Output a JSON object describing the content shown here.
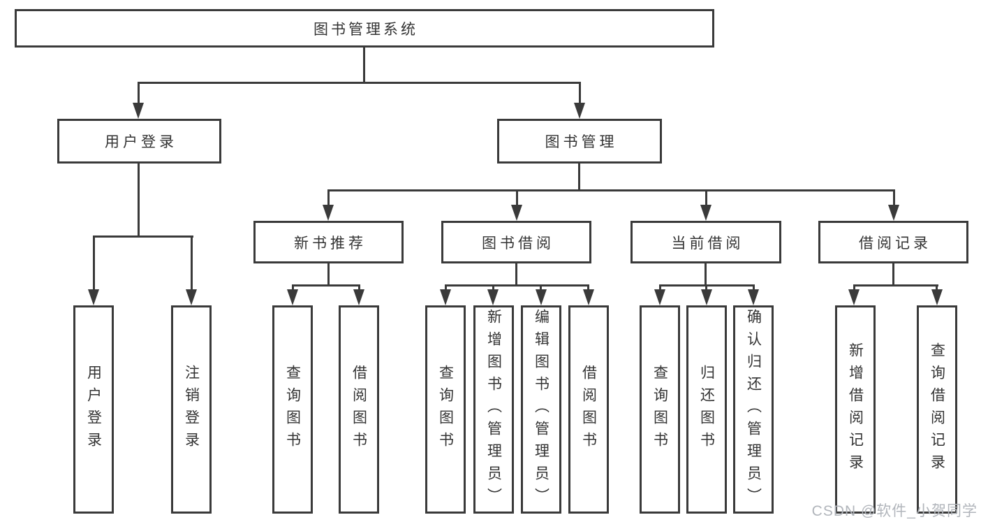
{
  "diagram": {
    "title_node": {
      "label": "图书管理系统"
    },
    "level1": [
      {
        "label": "用户登录"
      },
      {
        "label": "图书管理"
      }
    ],
    "level2": [
      {
        "label": "新书推荐",
        "parent": "图书管理"
      },
      {
        "label": "图书借阅",
        "parent": "图书管理"
      },
      {
        "label": "当前借阅",
        "parent": "图书管理"
      },
      {
        "label": "借阅记录",
        "parent": "图书管理"
      }
    ],
    "leaves": [
      {
        "label": "用户登录",
        "parent": "用户登录"
      },
      {
        "label": "注销登录",
        "parent": "用户登录"
      },
      {
        "label": "查询图书",
        "parent": "新书推荐"
      },
      {
        "label": "借阅图书",
        "parent": "新书推荐"
      },
      {
        "label": "查询图书",
        "parent": "图书借阅"
      },
      {
        "label": "新增图书（管理员）",
        "parent": "图书借阅"
      },
      {
        "label": "编辑图书（管理员）",
        "parent": "图书借阅"
      },
      {
        "label": "借阅图书",
        "parent": "图书借阅"
      },
      {
        "label": "查询图书",
        "parent": "当前借阅"
      },
      {
        "label": "归还图书",
        "parent": "当前借阅"
      },
      {
        "label": "确认归还（管理员）",
        "parent": "当前借阅"
      },
      {
        "label": "新增借阅记录",
        "parent": "借阅记录"
      },
      {
        "label": "查询借阅记录",
        "parent": "借阅记录"
      }
    ]
  },
  "watermark": {
    "text": "CSDN @软件_小贺同学"
  },
  "colors": {
    "line": "#3a3a3a",
    "box_border": "#3a3a3a",
    "text": "#333333",
    "watermark": "#b1b5bb",
    "background": "#ffffff"
  }
}
